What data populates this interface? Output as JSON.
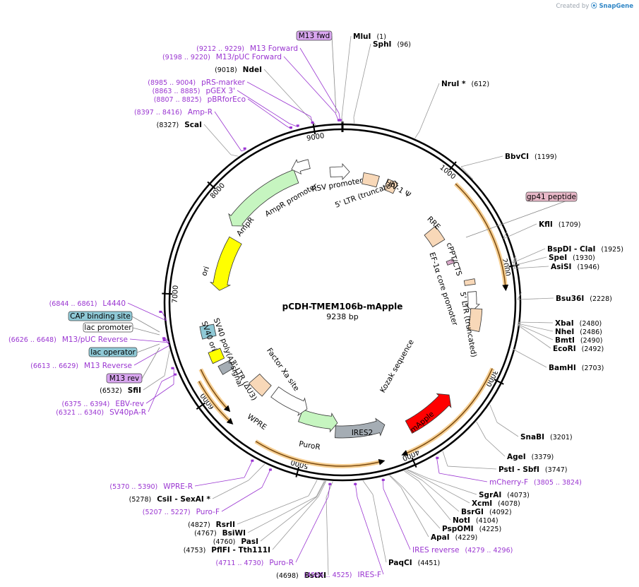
{
  "header": {
    "created_by": "Created by",
    "brand": "SnapGene"
  },
  "plasmid": {
    "name": "pCDH-TMEM106b-mApple",
    "size": "9238 bp",
    "length": 9238
  },
  "ticks": [
    "1000",
    "2000",
    "3000",
    "4000",
    "5000",
    "6000",
    "7000",
    "8000",
    "9000"
  ],
  "enzymes": [
    {
      "name": "MluI",
      "pos": "(1)"
    },
    {
      "name": "SphI",
      "pos": "(96)"
    },
    {
      "name": "NruI *",
      "pos": "(612)"
    },
    {
      "name": "BbvCI",
      "pos": "(1199)"
    },
    {
      "name": "KflI",
      "pos": "(1709)"
    },
    {
      "name": "BspDI - ClaI",
      "pos": "(1925)"
    },
    {
      "name": "SpeI",
      "pos": "(1930)"
    },
    {
      "name": "AsiSI",
      "pos": "(1946)"
    },
    {
      "name": "Bsu36I",
      "pos": "(2228)"
    },
    {
      "name": "XbaI",
      "pos": "(2480)"
    },
    {
      "name": "NheI",
      "pos": "(2486)"
    },
    {
      "name": "BmtI",
      "pos": "(2490)"
    },
    {
      "name": "EcoRI",
      "pos": "(2492)"
    },
    {
      "name": "BamHI",
      "pos": "(2703)"
    },
    {
      "name": "SnaBI",
      "pos": "(3201)"
    },
    {
      "name": "AgeI",
      "pos": "(3379)"
    },
    {
      "name": "PstI - SbfI",
      "pos": "(3747)"
    },
    {
      "name": "SgrAI",
      "pos": "(4073)"
    },
    {
      "name": "XcmI",
      "pos": "(4078)"
    },
    {
      "name": "BsrGI",
      "pos": "(4092)"
    },
    {
      "name": "NotI",
      "pos": "(4104)"
    },
    {
      "name": "PspOMI",
      "pos": "(4225)"
    },
    {
      "name": "ApaI",
      "pos": "(4229)"
    },
    {
      "name": "PaqCI",
      "pos": "(4451)"
    },
    {
      "name": "BstXI",
      "pos": "(4698)"
    },
    {
      "name": "PflFI - Tth111I",
      "pos": "(4753)"
    },
    {
      "name": "PasI",
      "pos": "(4760)"
    },
    {
      "name": "BsiWI",
      "pos": "(4767)"
    },
    {
      "name": "RsrII",
      "pos": "(4827)"
    },
    {
      "name": "CsiI - SexAI *",
      "pos": "(5278)"
    },
    {
      "name": "SfiI",
      "pos": "(6532)"
    },
    {
      "name": "ScaI",
      "pos": "(8327)"
    },
    {
      "name": "NdeI",
      "pos": "(9018)"
    }
  ],
  "primers": [
    {
      "name": "M13 Forward",
      "range": "(9212 .. 9229)"
    },
    {
      "name": "M13/pUC Forward",
      "range": "(9198 .. 9220)"
    },
    {
      "name": "pRS-marker",
      "range": "(8985 .. 9004)"
    },
    {
      "name": "pGEX 3'",
      "range": "(8863 .. 8885)"
    },
    {
      "name": "pBRforEco",
      "range": "(8807 .. 8825)"
    },
    {
      "name": "Amp-R",
      "range": "(8397 .. 8416)"
    },
    {
      "name": "L4440",
      "range": "(6844 .. 6861)"
    },
    {
      "name": "M13/pUC Reverse",
      "range": "(6626 .. 6648)"
    },
    {
      "name": "M13 Reverse",
      "range": "(6613 .. 6629)"
    },
    {
      "name": "EBV-rev",
      "range": "(6375 .. 6394)"
    },
    {
      "name": "SV40pA-R",
      "range": "(6321 .. 6340)"
    },
    {
      "name": "WPRE-R",
      "range": "(5370 .. 5390)"
    },
    {
      "name": "Puro-F",
      "range": "(5207 .. 5227)"
    },
    {
      "name": "Puro-R",
      "range": "(4711 .. 4730)"
    },
    {
      "name": "IRES-F",
      "range": "(4506 .. 4525)"
    },
    {
      "name": "IRES reverse",
      "range": "(4279 .. 4296)"
    },
    {
      "name": "mCherry-F",
      "range": "(3805 .. 3824)"
    }
  ],
  "boxed_labels": [
    {
      "name": "M13 fwd",
      "color": "#d9a6f0"
    },
    {
      "name": "gp41 peptide",
      "color": "#e8b8c8"
    },
    {
      "name": "CAP binding site",
      "color": "#8fc9d6"
    },
    {
      "name": "lac promoter",
      "color": "#ffffff"
    },
    {
      "name": "lac operator",
      "color": "#8fc9d6"
    },
    {
      "name": "M13 rev",
      "color": "#d9a6f0"
    }
  ],
  "features": [
    {
      "name": "RSV promoter"
    },
    {
      "name": "5' LTR (truncated)"
    },
    {
      "name": "HIV-1 Ψ"
    },
    {
      "name": "RRE"
    },
    {
      "name": "cPPT/CTS"
    },
    {
      "name": "EF-1α core promoter"
    },
    {
      "name": "5' LTR (truncated)"
    },
    {
      "name": "Kozak sequence"
    },
    {
      "name": "mApple"
    },
    {
      "name": "IRES2"
    },
    {
      "name": "PuroR"
    },
    {
      "name": "WPRE"
    },
    {
      "name": "3' LTR (ΔU3)"
    },
    {
      "name": "Factor Xa site"
    },
    {
      "name": "SV40 poly(A) signal"
    },
    {
      "name": "SV40 ori"
    },
    {
      "name": "ori"
    },
    {
      "name": "AmpR"
    },
    {
      "name": "AmpR promoter"
    }
  ],
  "colors": {
    "backbone": "#000000",
    "enzyme": "#000000",
    "primer": "#9a35d1",
    "orf_arc": "#ee9a2c",
    "ampr": "#c6f5c0",
    "ori": "#ffff00",
    "mapple": "#ff0000",
    "ires": "#a5adb4",
    "ltr": "#f8d8b8"
  }
}
